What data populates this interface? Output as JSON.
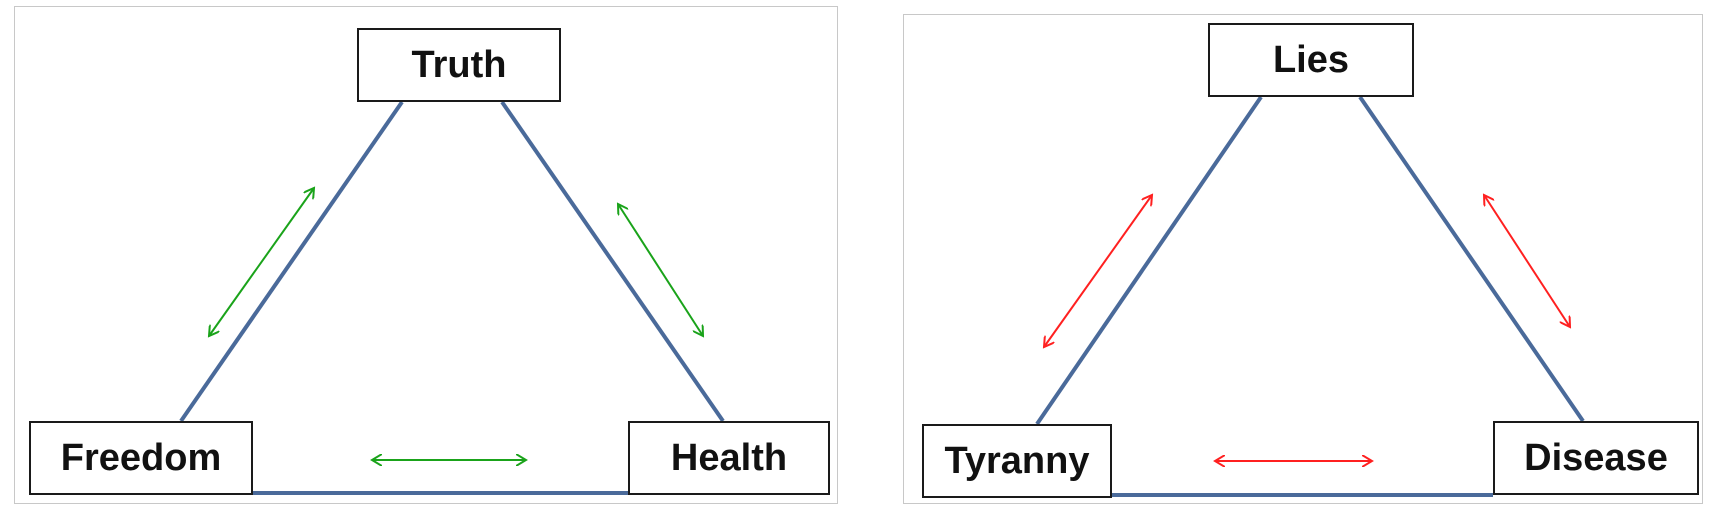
{
  "diagrams": [
    {
      "nodes": {
        "top": "Truth",
        "left": "Freedom",
        "right": "Health"
      },
      "edge_color": "#4a6a9a",
      "arrow_color": "#1aa31a",
      "arrows": "bidirectional"
    },
    {
      "nodes": {
        "top": "Lies",
        "left": "Tyranny",
        "right": "Disease"
      },
      "edge_color": "#4a6a9a",
      "arrow_color": "#ff2020",
      "arrows": "bidirectional"
    }
  ]
}
